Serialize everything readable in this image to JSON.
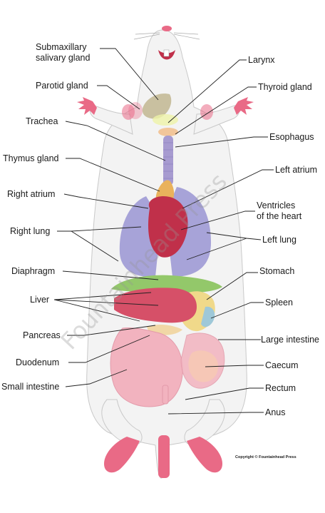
{
  "labels": {
    "submaxillary_1": "Submaxillary",
    "submaxillary_2": "salivary gland",
    "parotid": "Parotid gland",
    "trachea": "Trachea",
    "thymus": "Thymus gland",
    "right_atrium": "Right atrium",
    "right_lung": "Right lung",
    "diaphragm": "Diaphragm",
    "liver": "Liver",
    "pancreas": "Pancreas",
    "duodenum": "Duodenum",
    "small_intestine": "Small intestine",
    "larynx": "Larynx",
    "thyroid": "Thyroid gland",
    "esophagus": "Esophagus",
    "left_atrium": "Left atrium",
    "ventricles_1": "Ventricles",
    "ventricles_2": "of the heart",
    "left_lung": "Left lung",
    "stomach": "Stomach",
    "spleen": "Spleen",
    "large_intestine": "Large intestine",
    "caecum": "Caecum",
    "rectum": "Rectum",
    "anus": "Anus"
  },
  "copyright": "Copyright © Fountainhead Press",
  "watermark": "Fountainhead Press",
  "colors": {
    "body": "#f3f3f3",
    "outline": "#c9c9c9",
    "pink": "#e96a86",
    "lung": "#a7a3d8",
    "heart": "#c0304a",
    "liver": "#d65068",
    "diaphragm": "#93c86a",
    "stomach": "#f0d98a",
    "intestine": "#f2b3bf",
    "caecum": "#f6c7b6",
    "trachea": "#a79bd0",
    "gland": "#c9c0a0",
    "thyroid": "#f2c69a",
    "spleen": "#9ec8d8"
  }
}
